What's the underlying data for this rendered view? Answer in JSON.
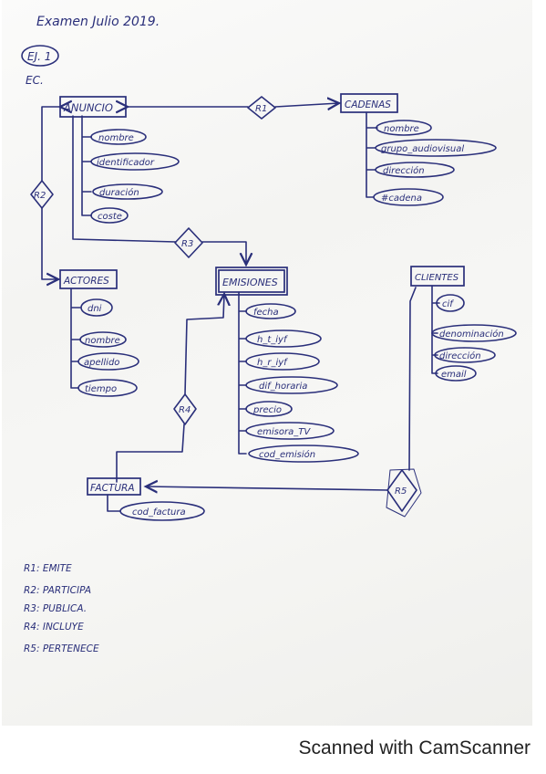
{
  "header": {
    "title": "Examen Julio 2019.",
    "exercise": "EJ. 1",
    "section": "EC."
  },
  "entities": {
    "anuncio": {
      "name": "ANUNCIO",
      "attrs": [
        "nombre",
        "identificador",
        "duración",
        "coste"
      ]
    },
    "cadenas": {
      "name": "CADENAS",
      "attrs": [
        "nombre",
        "grupo_audiovisual",
        "dirección",
        "#cadena"
      ]
    },
    "actores": {
      "name": "ACTORES",
      "attrs": [
        "dni",
        "nombre",
        "apellido",
        "tiempo"
      ]
    },
    "emisiones": {
      "name": "EMISIONES",
      "attrs": [
        "fecha",
        "h_t_iyf",
        "h_r_iyf",
        "dif_horaria",
        "precio",
        "emisora_TV",
        "cod_emisión"
      ]
    },
    "clientes": {
      "name": "CLIENTES",
      "attrs": [
        "cif",
        "denominación",
        "dirección",
        "email"
      ]
    },
    "factura": {
      "name": "FACTURA",
      "attrs": [
        "cod_factura"
      ]
    }
  },
  "relations": {
    "r1": "R1",
    "r2": "R2",
    "r3": "R3",
    "r4": "R4",
    "r5": "R5"
  },
  "legend": [
    "R1: EMITE",
    "R2: PARTICIPA",
    "R3: PUBLICA.",
    "R4: INCLUYE",
    "R5: PERTENECE"
  ],
  "footer": "Scanned with CamScanner",
  "colors": {
    "ink": "#2a2f7a",
    "paper": "#f6f6f4"
  }
}
